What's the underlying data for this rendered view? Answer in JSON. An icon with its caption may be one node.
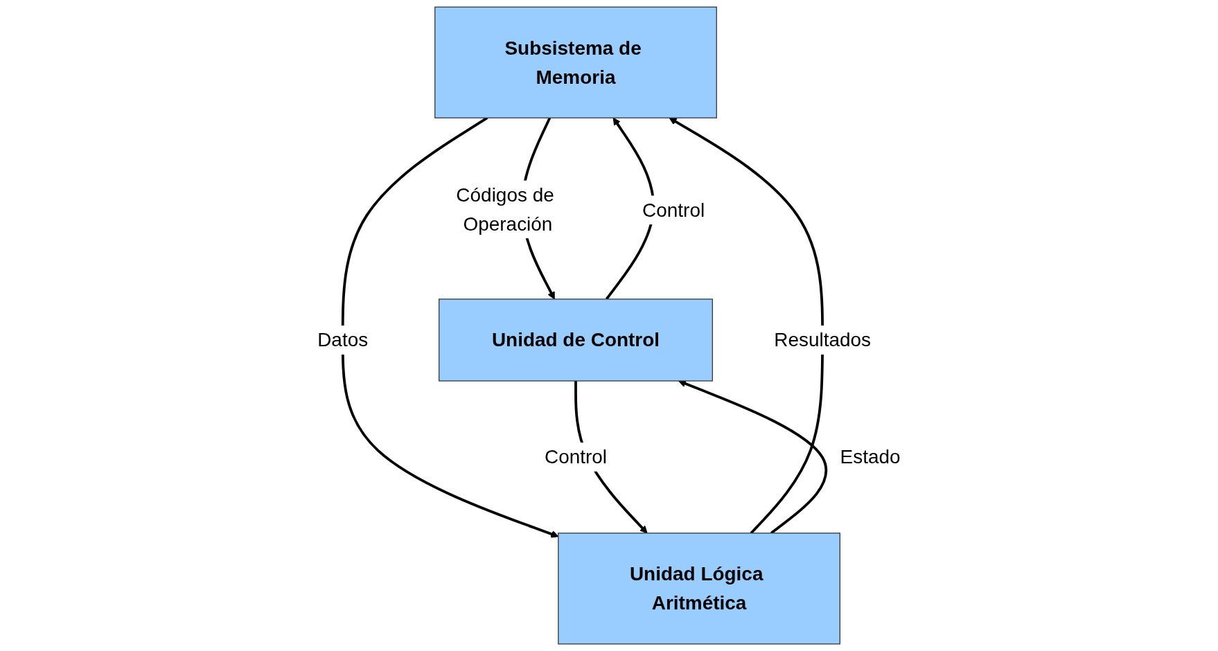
{
  "diagram": {
    "nodes": [
      {
        "text": [
          "Subsistema de Memoria"
        ]
      },
      {
        "text": [
          "Unidad de Control"
        ]
      },
      {
        "text": [
          "Unidad Lógica Aritmética"
        ]
      }
    ],
    "edges": [
      {
        "from": 1,
        "to": 0,
        "arrow": "to",
        "label": "Control"
      },
      {
        "from": 2,
        "to": 0,
        "arrow": "to",
        "label": "Resultados"
      },
      {
        "from": 0,
        "to": 1,
        "arrow": "to",
        "label": "Códigos de Operación"
      },
      {
        "from": 0,
        "to": 2,
        "arrow": "to",
        "label": "Datos"
      },
      {
        "from": 2,
        "to": 1,
        "arrow": "to",
        "label": "Estado"
      },
      {
        "from": 1,
        "to": 2,
        "arrow": "to",
        "label": "Control"
      }
    ]
  }
}
